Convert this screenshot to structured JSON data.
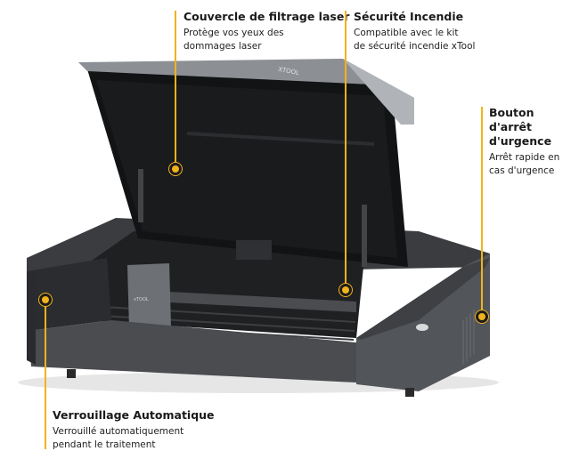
{
  "accent_color": "#f2b21c",
  "callouts": [
    {
      "title": "Couvercle de filtrage laser",
      "desc1": "Protège vos yeux des",
      "desc2": "dommages laser"
    },
    {
      "title": "Sécurité Incendie",
      "desc1": "Compatible avec le kit",
      "desc2": "de sécurité incendie xTool"
    },
    {
      "title1": "Bouton d'arrêt",
      "title2": "d'urgence",
      "desc1": "Arrêt rapide en",
      "desc2": "cas  d'urgence"
    },
    {
      "title": "Verrouillage Automatique",
      "desc1": "Verrouillé automatiquement",
      "desc2": "pendant le traitement"
    }
  ],
  "lid_logo": "XTOOL",
  "head_logo": "xTOOL"
}
